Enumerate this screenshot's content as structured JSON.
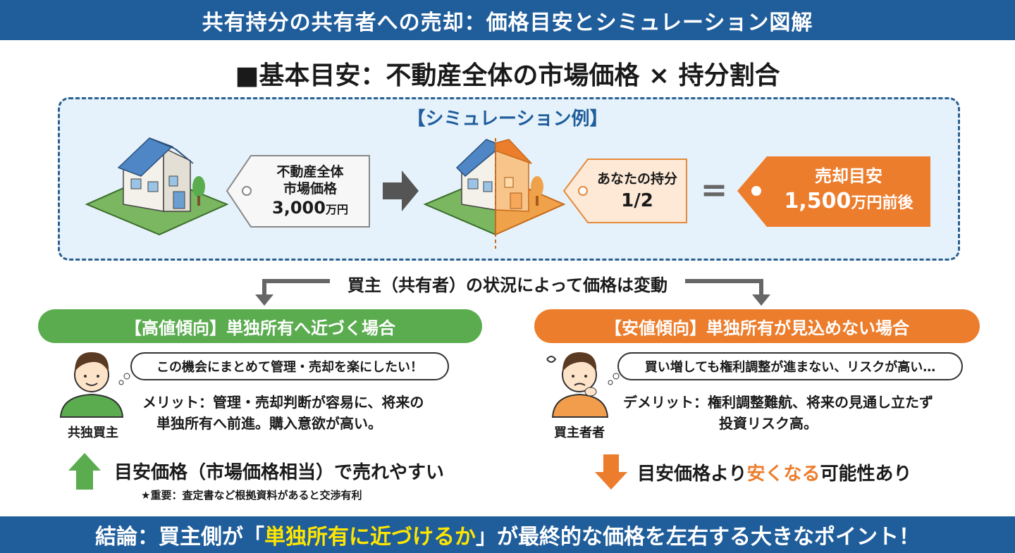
{
  "header": {
    "title": "共有持分の共有者への売却：価格目安とシミュレーション図解"
  },
  "subtitle": "■基本目安：不動産全体の市場価格 × 持分割合",
  "simulation": {
    "title": "【シミュレーション例】",
    "tag1": {
      "line1": "不動産全体",
      "line2": "市場価格",
      "value": "3,000",
      "unit": "万円"
    },
    "tag2": {
      "line1": "あなたの持分",
      "value": "1/2"
    },
    "equals": "=",
    "result": {
      "line1": "売却目安",
      "value": "1,500",
      "unit": "万円前後"
    }
  },
  "middle_label": "買主（共有者）の状況によって価格は変動",
  "left": {
    "header": "【高値傾向】単独所有へ近づく場合",
    "bubble": "この機会にまとめて管理・売却を楽にしたい！",
    "person_label": "共独買主",
    "merit_line1": "メリット：管理・売却判断が容易に、将来の",
    "merit_line2": "単独所有へ前進。購入意欲が高い。",
    "result": "目安価格（市場価格相当）で売れやすい",
    "note": "★重要：査定書など根拠資料があると交渉有利"
  },
  "right": {
    "header": "【安値傾向】単独所有が見込めない場合",
    "bubble": "買い増しても権利調整が進まない、リスクが高い…",
    "person_label": "買主者者",
    "demerit_line1": "デメリット：権利調整難航、将来の見通し立たず",
    "demerit_line2": "投資リスク高。",
    "result_pre": "目安価格より",
    "result_hl": "安くなる",
    "result_post": "可能性あり"
  },
  "conclusion": {
    "pre": "結論：買主側が「",
    "hl": "単独所有に近づけるか",
    "post": "」が最終的な価格を左右する大きなポイント！"
  },
  "colors": {
    "blue": "#1f5d9b",
    "green": "#5aac4f",
    "orange": "#ec7d2c",
    "yellow": "#ffe600"
  }
}
